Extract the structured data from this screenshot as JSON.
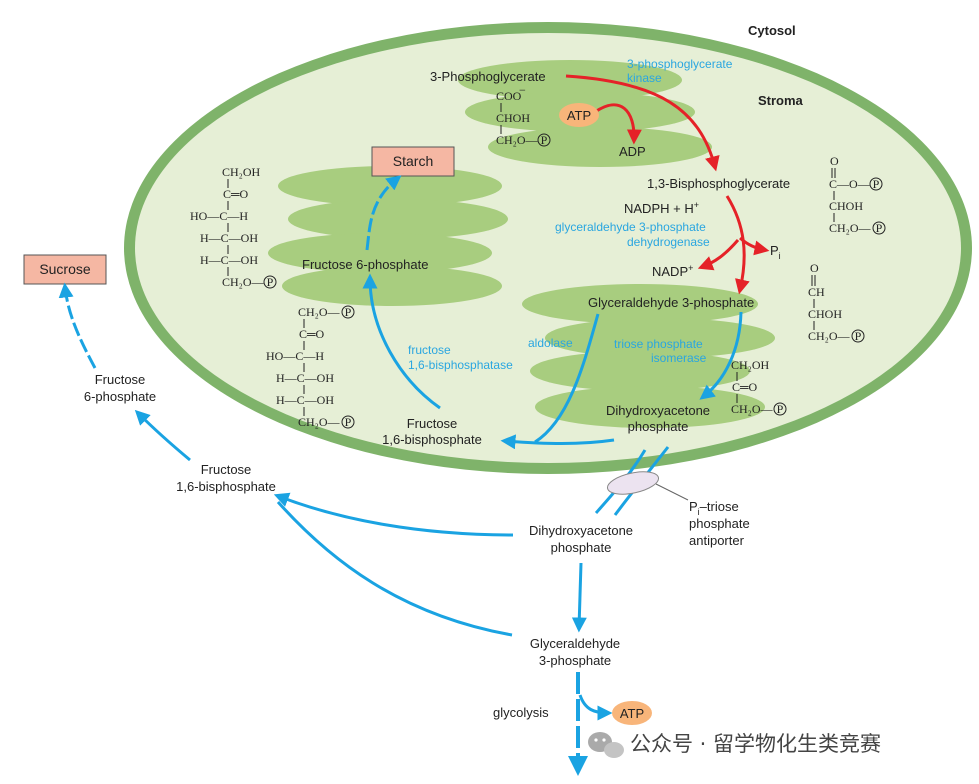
{
  "regions": {
    "cytosol": "Cytosol",
    "stroma": "Stroma"
  },
  "products": {
    "starch": "Starch",
    "sucrose": "Sucrose"
  },
  "calvin": {
    "pga": "3-Phosphoglycerate",
    "kinase_1": "3-phosphoglycerate",
    "kinase_2": "kinase",
    "atp": "ATP",
    "adp": "ADP",
    "bpg": "1,3-Bisphosphoglycerate",
    "nadph": "NADPH + H",
    "gapdh_1": "glyceraldehyde 3-phosphate",
    "gapdh_2": "dehydrogenase",
    "pi": "P",
    "nadp": "NADP",
    "g3p": "Glyceraldehyde 3-phosphate",
    "aldolase": "aldolase",
    "tpi_1": "triose phosphate",
    "tpi_2": "isomerase",
    "dhap_1": "Dihydroxyacetone",
    "dhap_2": "phosphate"
  },
  "stroma_path": {
    "f6p": "Fructose 6-phosphate",
    "fbpase_1": "fructose",
    "fbpase_2": "1,6-bisphosphatase",
    "fbp_1": "Fructose",
    "fbp_2": "1,6-bisphosphate"
  },
  "cytosol_path": {
    "f6p_1": "Fructose",
    "f6p_2": "6-phosphate",
    "fbp_1": "Fructose",
    "fbp_2": "1,6-bisphosphate",
    "dhap_1": "Dihydroxyacetone",
    "dhap_2": "phosphate",
    "g3p_1": "Glyceraldehyde",
    "g3p_2": "3-phosphate",
    "glycolysis": "glycolysis",
    "atp": "ATP"
  },
  "antiporter": {
    "line1": "P",
    "line1_rest": "–triose",
    "line2": "phosphate",
    "line3": "antiporter"
  },
  "structures": {
    "pga": [
      "COO",
      "CHOH",
      "CH₂O—"
    ],
    "bpg": [
      "O",
      "‖",
      "C—O—",
      "CHOH",
      "CH₂O—"
    ],
    "g3p": [
      "O",
      "‖",
      "CH",
      "CHOH",
      "CH₂O—"
    ],
    "dhap": [
      "CH₂OH",
      "C═O",
      "CH₂O—"
    ],
    "f6p": [
      "CH₂OH",
      "C═O",
      "HO—C—H",
      "H—C—OH",
      "H—C—OH",
      "CH₂O—"
    ],
    "fbp": [
      "CH₂O—",
      "C═O",
      "HO—C—H",
      "H—C—OH",
      "H—C—OH",
      "CH₂O—"
    ],
    "phosphate_symbol": "P"
  },
  "watermark": "公众号 · 留学物化生类竞赛",
  "colors": {
    "membrane_outer": "#7fb36a",
    "stroma_fill": "#e6efd6",
    "thylakoid": "#a8cd7f",
    "red_arrow": "#e52228",
    "blue_arrow": "#1aa3e2",
    "product_box": "#f5b7a3",
    "atp_oval": "#f8b57a"
  }
}
